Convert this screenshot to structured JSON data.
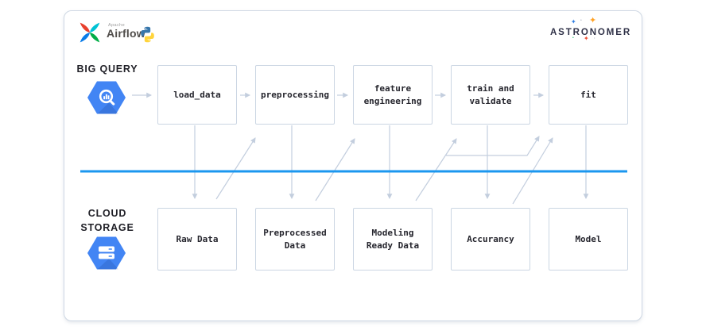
{
  "brand": {
    "airflow_apache": "Apache",
    "airflow_name": "Airflow",
    "astronomer_name": "ASTRONOMER"
  },
  "sources": {
    "bigquery_label": "BIG QUERY",
    "cloud_storage_label": "CLOUD\nSTORAGE"
  },
  "pipeline": {
    "tasks": [
      {
        "id": "load_data",
        "label": "load_data"
      },
      {
        "id": "preprocessing",
        "label": "preprocessing"
      },
      {
        "id": "feature_engineering",
        "label": "feature\nengineering"
      },
      {
        "id": "train_and_validate",
        "label": "train and\nvalidate"
      },
      {
        "id": "fit",
        "label": "fit"
      }
    ],
    "artifacts": [
      {
        "id": "raw_data",
        "label": "Raw Data"
      },
      {
        "id": "preprocessed_data",
        "label": "Preprocessed\nData"
      },
      {
        "id": "modeling_ready_data",
        "label": "Modeling\nReady Data"
      },
      {
        "id": "accurancy",
        "label": "Accurancy"
      },
      {
        "id": "model",
        "label": "Model"
      }
    ],
    "edges": [
      {
        "from": "bigquery",
        "to": "load_data"
      },
      {
        "from": "load_data",
        "to": "preprocessing"
      },
      {
        "from": "preprocessing",
        "to": "feature_engineering"
      },
      {
        "from": "feature_engineering",
        "to": "train_and_validate"
      },
      {
        "from": "train_and_validate",
        "to": "fit"
      },
      {
        "from": "load_data",
        "to": "raw_data"
      },
      {
        "from": "preprocessing",
        "to": "preprocessed_data"
      },
      {
        "from": "feature_engineering",
        "to": "modeling_ready_data"
      },
      {
        "from": "train_and_validate",
        "to": "accurancy"
      },
      {
        "from": "fit",
        "to": "model"
      },
      {
        "from": "raw_data",
        "to": "preprocessing"
      },
      {
        "from": "preprocessed_data",
        "to": "feature_engineering"
      },
      {
        "from": "modeling_ready_data",
        "to": "train_and_validate"
      },
      {
        "from": "modeling_ready_data",
        "to": "fit"
      },
      {
        "from": "accurancy",
        "to": "fit"
      }
    ]
  },
  "icons": {
    "bigquery": "bigquery-hexagon-icon",
    "cloud_storage": "cloud-storage-hexagon-icon",
    "airflow": "airflow-pinwheel-icon",
    "python": "python-logo-icon",
    "astronomer_sparkles": [
      "sparkle-blue",
      "dot-gray",
      "sparkle-orange",
      "dot-green",
      "sparkle-red",
      "dot-gray-small"
    ],
    "sparkle_glyph": "✦",
    "dot_glyph": "•"
  },
  "colors": {
    "divider_blue": "#1b97ef",
    "box_border": "#cbd6e3",
    "arrow_gray": "#c3cede",
    "gcp_blue": "#4285f4",
    "text_dark": "#26262e",
    "astronomer_navy": "#303248",
    "airflow_red": "#e8402d",
    "airflow_teal": "#00c2d4",
    "airflow_green": "#00ad46",
    "airflow_blue": "#0a7ce8",
    "python_blue": "#3776ab",
    "python_yellow": "#ffd43b"
  }
}
